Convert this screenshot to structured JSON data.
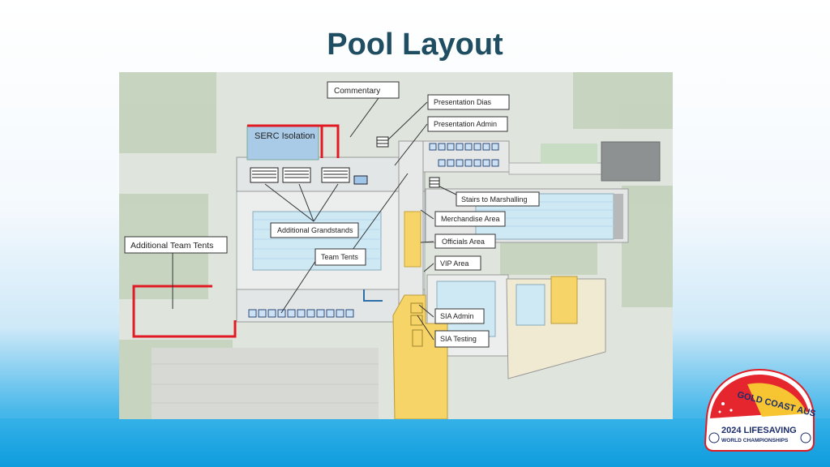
{
  "title": "Pool Layout",
  "labels": {
    "commentary": "Commentary",
    "presentation_dias": "Presentation Dias",
    "presentation_admin": "Presentation Admin",
    "serc_isolation": "SERC Isolation",
    "stairs": "Stairs to Marshalling",
    "merchandise": "Merchandise Area",
    "additional_grandstands": "Additional Grandstands",
    "officials": "Officials Area",
    "additional_team_tents": "Additional Team Tents",
    "team_tents": "Team Tents",
    "vip": "VIP Area",
    "sia_admin": "SIA Admin",
    "sia_testing": "SIA Testing"
  },
  "logo": {
    "line1": "GOLD COAST AUS",
    "line2": "2024 LIFESAVING",
    "line3": "WORLD CHAMPIONSHIPS"
  },
  "colors": {
    "title": "#1f4e62",
    "red_boundary": "#e01b24",
    "yellow_zone": "#f6d467",
    "pool_water": "#cfe9f4"
  }
}
